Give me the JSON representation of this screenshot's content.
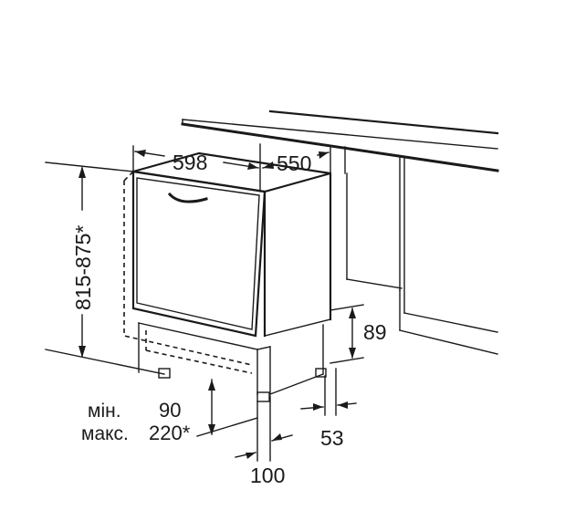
{
  "dimensions": {
    "width": "598",
    "depth": "550",
    "height_range": "815-875*",
    "plinth_height": "89",
    "toe_kick_min_label": "мін.",
    "toe_kick_min_value": "90",
    "toe_kick_max_label": "макс.",
    "toe_kick_max_value": "220*",
    "setback": "53",
    "foot_depth": "100"
  },
  "colors": {
    "line": "#1a1a1a",
    "background": "#ffffff"
  }
}
